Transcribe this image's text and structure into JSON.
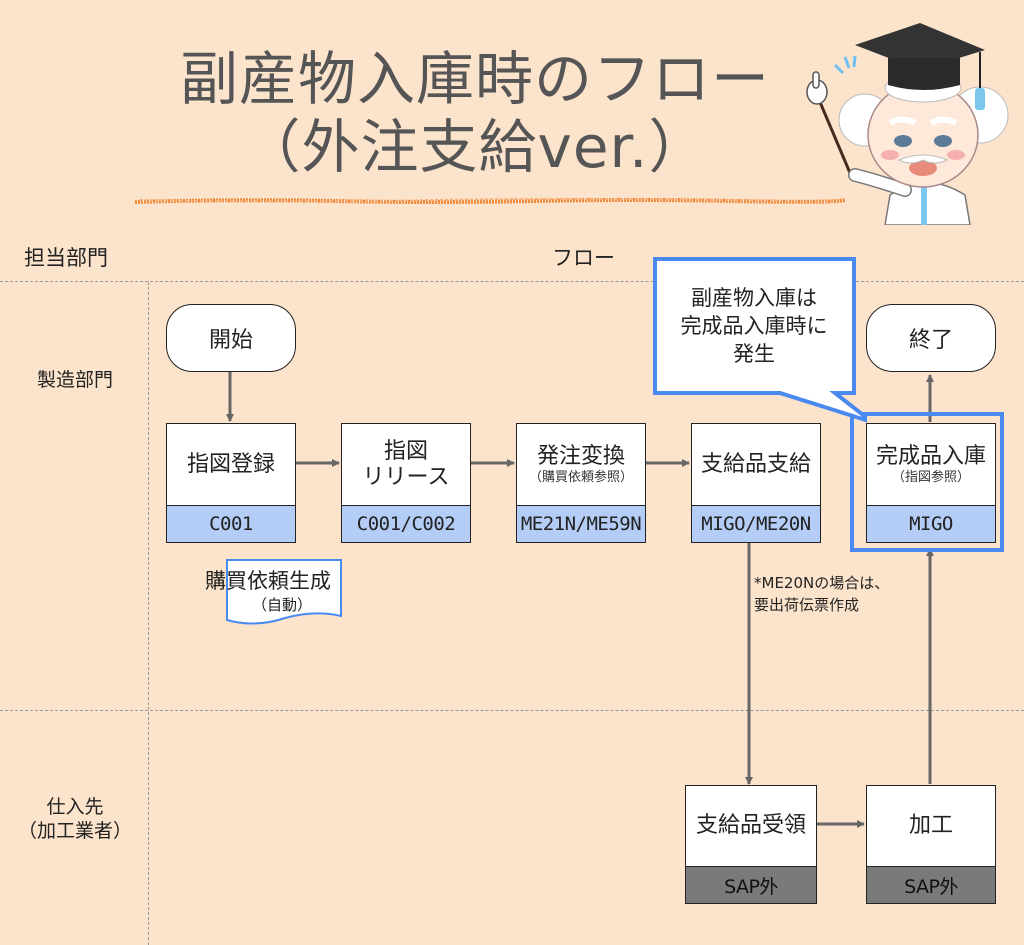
{
  "title": {
    "line1": "副産物入庫時のフロー",
    "line2": "（外注支給ver.）"
  },
  "header": {
    "department_label": "担当部門",
    "flow_label": "フロー"
  },
  "lanes": [
    {
      "label_line1": "製造部門",
      "label_line2": ""
    },
    {
      "label_line1": "仕入先",
      "label_line2": "（加工業者）"
    }
  ],
  "nodes": {
    "start": "開始",
    "end": "終了",
    "order_register": {
      "title": "指図登録",
      "code": "C001"
    },
    "order_release": {
      "title_line1": "指図",
      "title_line2": "リリース",
      "code": "C001/C002"
    },
    "po_convert": {
      "title": "発注変換",
      "sub": "（購買依頼参照）",
      "code": "ME21N/ME59N"
    },
    "supply_issue": {
      "title": "支給品支給",
      "code": "MIGO/ME20N"
    },
    "fg_receipt": {
      "title": "完成品入庫",
      "sub": "（指図参照）",
      "code": "MIGO"
    },
    "supply_receive": {
      "title": "支給品受領",
      "code": "SAP外"
    },
    "processing": {
      "title": "加工",
      "code": "SAP外"
    }
  },
  "document": {
    "title": "購買依頼生成",
    "sub": "（自動）"
  },
  "note": {
    "line1": "*ME20Nの場合は、",
    "line2": "要出荷伝票作成"
  },
  "callout": {
    "line1": "副産物入庫は",
    "line2": "完成品入庫時に",
    "line3": "発生"
  },
  "colors": {
    "background": "#fce4cc",
    "code_fill": "#b4cdf6",
    "external_fill": "#7a7a7a",
    "highlight": "#4a8af0",
    "title_text": "#555555",
    "underline": "#f08a3a"
  },
  "icons": {
    "mascot": "professor-mascot-icon"
  }
}
